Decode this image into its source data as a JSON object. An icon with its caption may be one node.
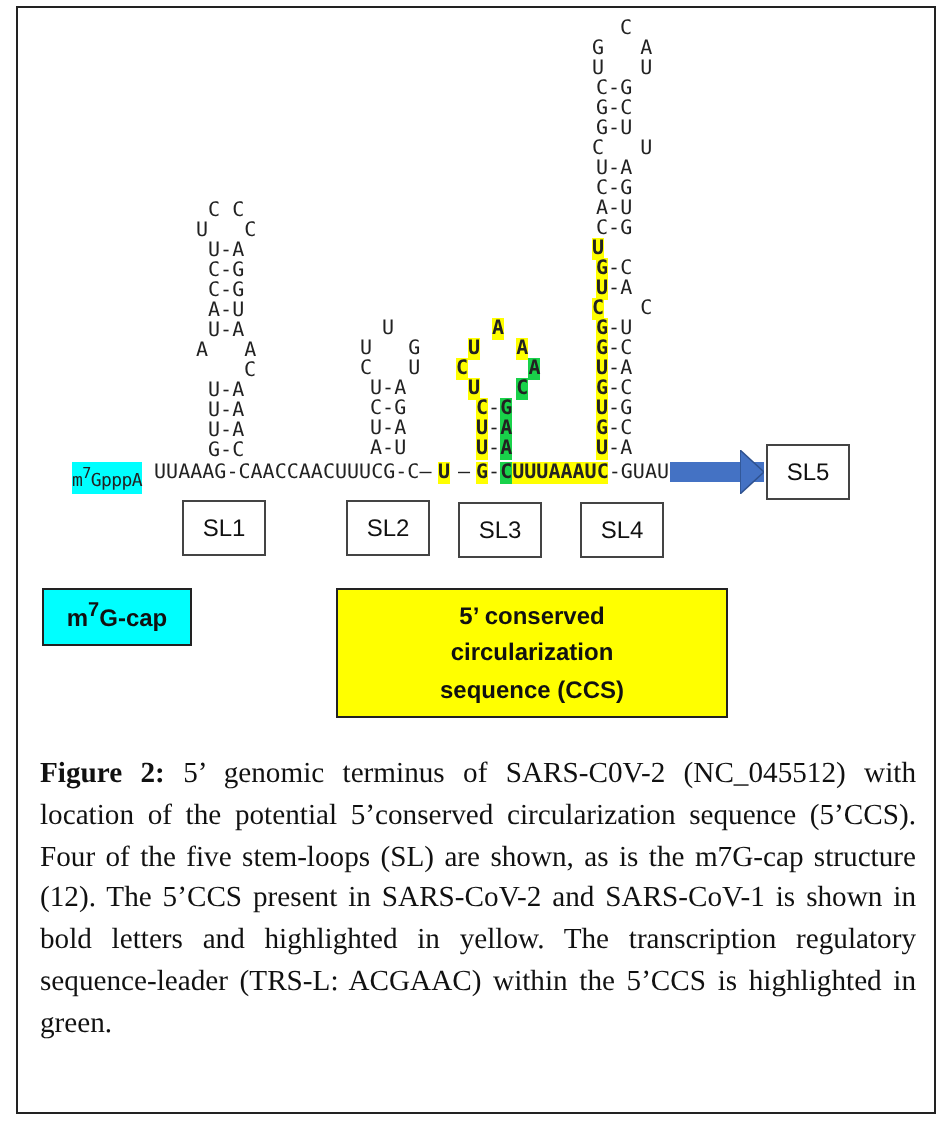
{
  "diagram": {
    "caption": "**Figure 2:** 5’ genomic terminus of SARS-C0V-2 (NC_045512) with location of the potential 5’conserved circularization sequence (5’CCS). Four of the five stem-loops (SL) are shown, as is the m7G-cap structure (12). The 5’CCS present in SARS-CoV-2 and SARS-CoV-1 is shown in bold letters and highlighted in yellow. The transcription regulatory sequence-leader (TRS-L: ACGAAC) within the 5’CCS is highlighted in green.",
    "nodes": [
      {
        "text": [
          "G-CUUUAAAUC-GUAU"
        ]
      },
      {
        "text": [
          "SL5"
        ]
      },
      {
        "text": [
          "SL1"
        ]
      },
      {
        "text": [
          "SL2"
        ]
      },
      {
        "text": [
          "SL3"
        ]
      },
      {
        "text": [
          "SL4"
        ]
      },
      {
        "text": [
          "m$^{7}$G-cap"
        ]
      },
      {
        "text": [
          "5’ conserved circularization sequence (CCS)"
        ]
      }
    ],
    "edges": [
      {
        "from": 0,
        "to": 1,
        "arrow": "to"
      }
    ],
    "labels": [
      "C",
      "G   A",
      "U   U",
      "C-G",
      "G-C",
      "G-U",
      "C   U",
      "U-A",
      "C-G",
      "A-U",
      "C C",
      "C-G",
      "U   C",
      "U",
      "U-A",
      "G-C",
      "C-G",
      "U-A",
      "C-G",
      "C   C",
      "A-U",
      "U",
      "A",
      "G-U",
      "U-A",
      "U   G",
      "U   A",
      "G-C",
      "A   A",
      "C   U",
      "C     A",
      "U-A",
      "C",
      "U-A",
      "U   C",
      "G-C",
      "U-A",
      "C-G",
      "C-G",
      "U-G",
      "U-A",
      "U-A",
      "U-A",
      "G-C",
      "U-A",
      "A-U",
      "U-A",
      "U-A",
      "G-C",
      "m$^{7}$GpppA",
      "UUAAAG-CAACCAACUUUCG-C–",
      "U",
      "–"
    ]
  }
}
